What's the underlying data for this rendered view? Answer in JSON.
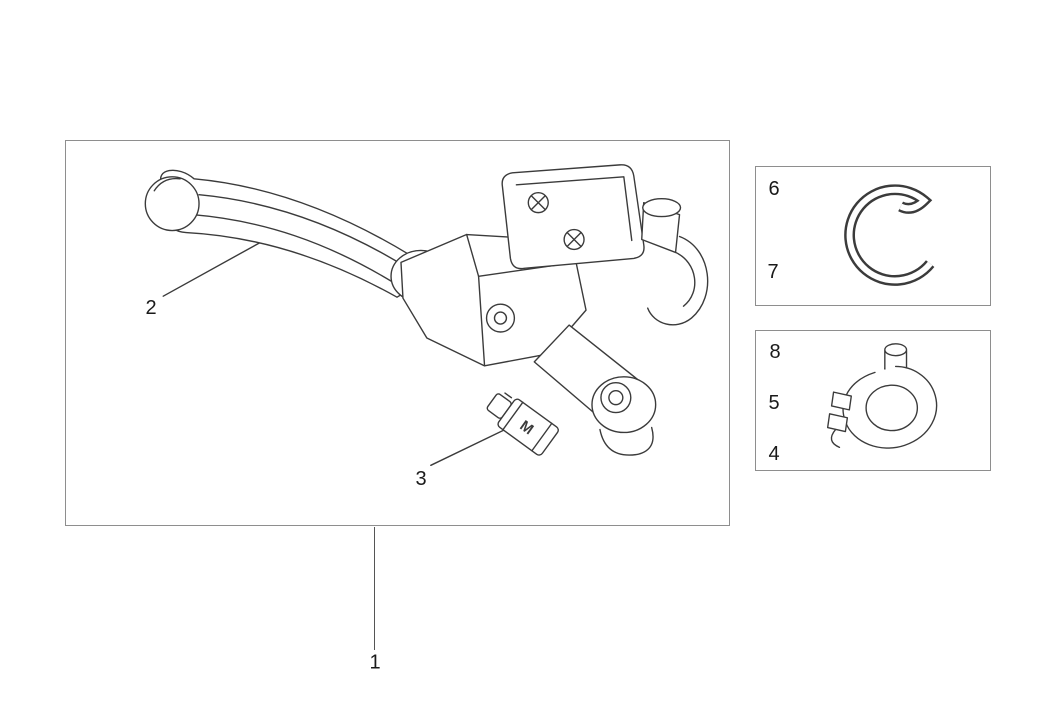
{
  "colors": {
    "line": "#3b3b3b",
    "panel_border": "#8e8e8e",
    "background": "#ffffff"
  },
  "diagram": {
    "main_panel": {
      "callouts": [
        {
          "label": "2"
        },
        {
          "label": "3"
        }
      ],
      "external_callout": {
        "label": "1"
      },
      "connector_marking": "M"
    },
    "top_right_panel": {
      "callouts": [
        {
          "label": "6"
        },
        {
          "label": "7"
        }
      ]
    },
    "bottom_right_panel": {
      "callouts": [
        {
          "label": "8"
        },
        {
          "label": "5"
        },
        {
          "label": "4"
        }
      ]
    }
  }
}
